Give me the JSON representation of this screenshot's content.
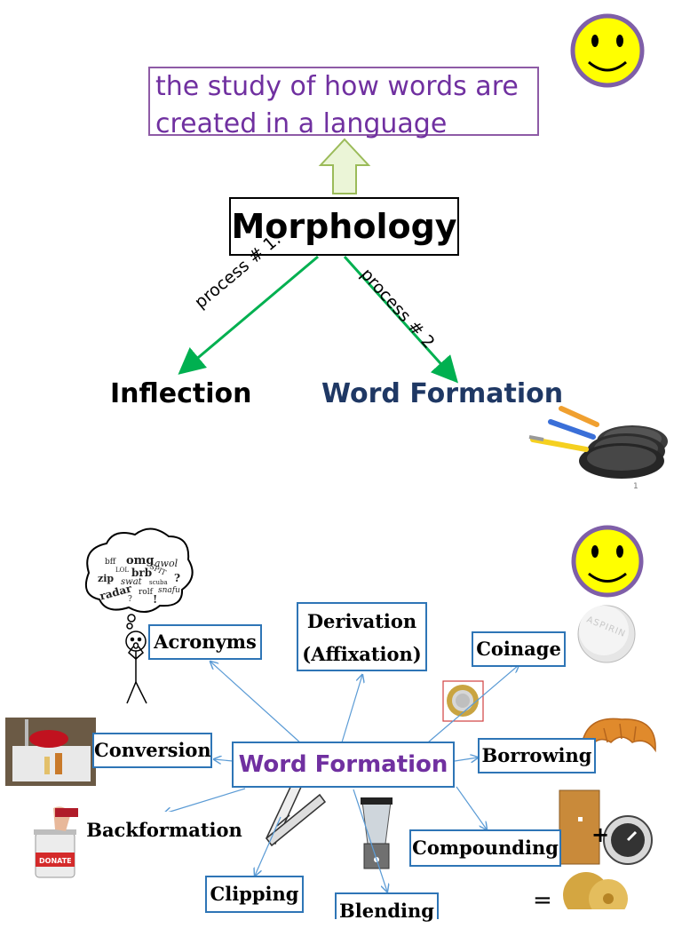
{
  "slide1": {
    "definition": "the study of how words are created in a language",
    "title": "Morphology",
    "process1_label": "process # 1.",
    "process2_label": "process # 2",
    "left_branch": "Inflection",
    "right_branch": "Word Formation",
    "slide_number": "1"
  },
  "slide2": {
    "center": "Word Formation",
    "cloud_words": [
      "bff",
      "omg",
      "awol",
      "zip",
      "LOL",
      "brb",
      "SPIT",
      "swat",
      "?",
      "radar",
      "scuba",
      "snafu",
      "rolf",
      "!",
      "?"
    ],
    "items": {
      "acronyms": "Acronyms",
      "derivation_line1": "Derivation",
      "derivation_line2": "(Affixation)",
      "coinage": "Coinage",
      "conversion": "Conversion",
      "borrowing": "Borrowing",
      "backformation": "Backformation",
      "compounding": "Compounding",
      "clipping": "Clipping",
      "blending": "Blending"
    },
    "aspirin_text": "ASPIRIN",
    "donate_text": "DONATE",
    "equals": "=",
    "plus": "+"
  },
  "colors": {
    "purple": "#7030a0",
    "navy": "#1f3864",
    "green_arrow": "#00b050",
    "box_blue": "#2e75b6",
    "smiley_yellow": "#ffff00",
    "smiley_border": "#7f5fa8"
  }
}
